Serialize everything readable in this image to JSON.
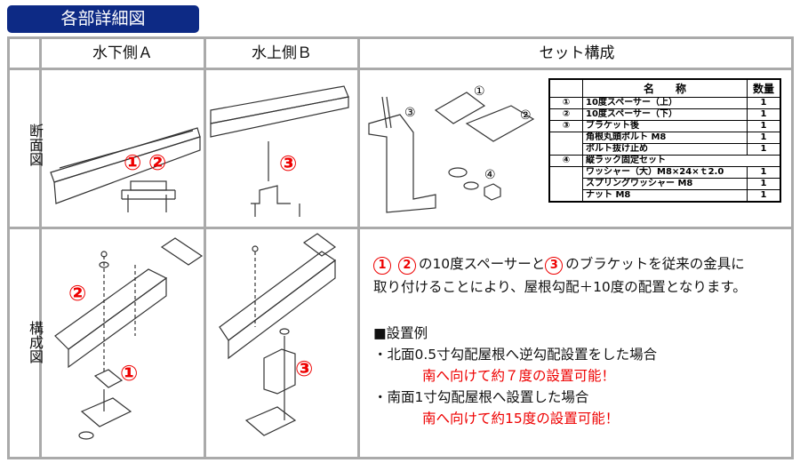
{
  "title": "各部詳細図",
  "columns": [
    "水下側Ａ",
    "水上側Ｂ",
    "セット構成"
  ],
  "rows": [
    "断面図",
    "構成図"
  ],
  "callouts": {
    "c1": "①",
    "c2": "②",
    "c3": "③",
    "c4": "④"
  },
  "parts_table": {
    "headers": [
      "名　　称",
      "数量"
    ],
    "rows": [
      {
        "no": "①",
        "name": "10度スペーサー（上）",
        "qty": "1"
      },
      {
        "no": "②",
        "name": "10度スペーサー（下）",
        "qty": "1"
      },
      {
        "no": "③",
        "name": "ブラケット後",
        "qty": "1"
      },
      {
        "no": "",
        "name": "角根丸頭ボルト M8",
        "qty": "1"
      },
      {
        "no": "",
        "name": "ボルト抜け止め",
        "qty": "1"
      },
      {
        "no": "④",
        "name": "縦ラック固定セット",
        "qty": ""
      },
      {
        "no": "",
        "name": "ワッシャー（大）M8×24×ｔ2.0",
        "qty": "1"
      },
      {
        "no": "",
        "name": "スプリングワッシャー M8",
        "qty": "1"
      },
      {
        "no": "",
        "name": "ナット M8",
        "qty": "1"
      }
    ]
  },
  "description": {
    "line1_c1": "1",
    "line1_c2": "2",
    "line1_a": "の10度スペーサーと",
    "line1_c3": "3",
    "line1_b": "のブラケットを従来の金具に",
    "line2": "取り付けることにより、屋根勾配＋10度の配置となります。",
    "example_heading": "■設置例",
    "case1": "・北面0.5寸勾配屋根へ逆勾配設置をした場合",
    "case1_result": "南へ向けて約７度の設置可能！",
    "case2": "・南面1寸勾配屋根へ設置した場合",
    "case2_result": "南へ向けて約15度の設置可能！"
  },
  "colors": {
    "badge": "#0d2a85",
    "accent": "#e00000",
    "grid": "#aaaaaa"
  }
}
